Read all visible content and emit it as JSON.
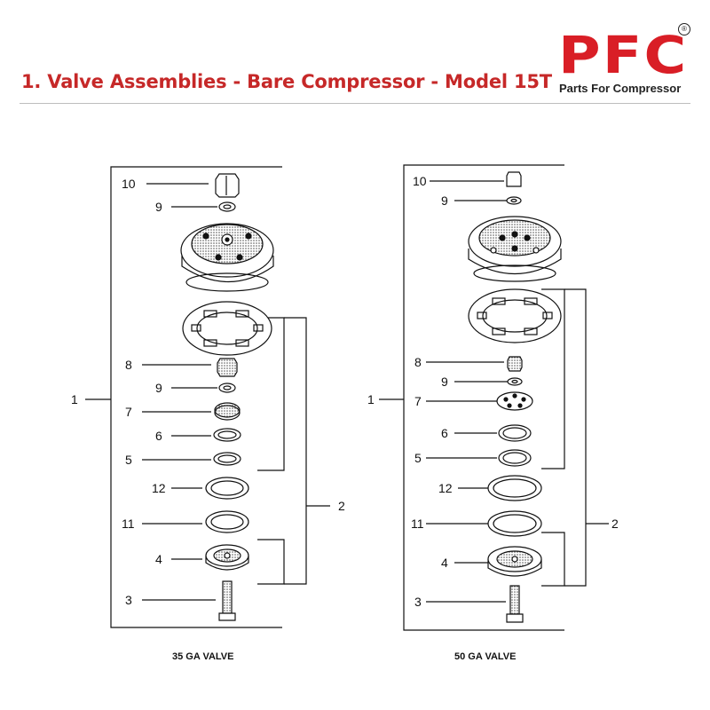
{
  "header": {
    "title": "1. Valve Assemblies - Bare Compressor - Model 15T"
  },
  "logo": {
    "text": "PFC",
    "registered": "®",
    "tagline": "Parts For Compressor",
    "color": "#d91e26"
  },
  "title_color": "#c62828",
  "assemblies": [
    {
      "caption": "35 GA VALVE",
      "callouts": {
        "c10": "10",
        "c9a": "9",
        "c8": "8",
        "c9b": "9",
        "c7": "7",
        "c6": "6",
        "c5": "5",
        "c12": "12",
        "c11": "11",
        "c4": "4",
        "c3": "3",
        "c1": "1",
        "c2": "2"
      }
    },
    {
      "caption": "50 GA VALVE",
      "callouts": {
        "c10": "10",
        "c9a": "9",
        "c8": "8",
        "c9b": "9",
        "c7": "7",
        "c6": "6",
        "c5": "5",
        "c12": "12",
        "c11": "11",
        "c4": "4",
        "c3": "3",
        "c1": "1",
        "c2": "2"
      }
    }
  ]
}
